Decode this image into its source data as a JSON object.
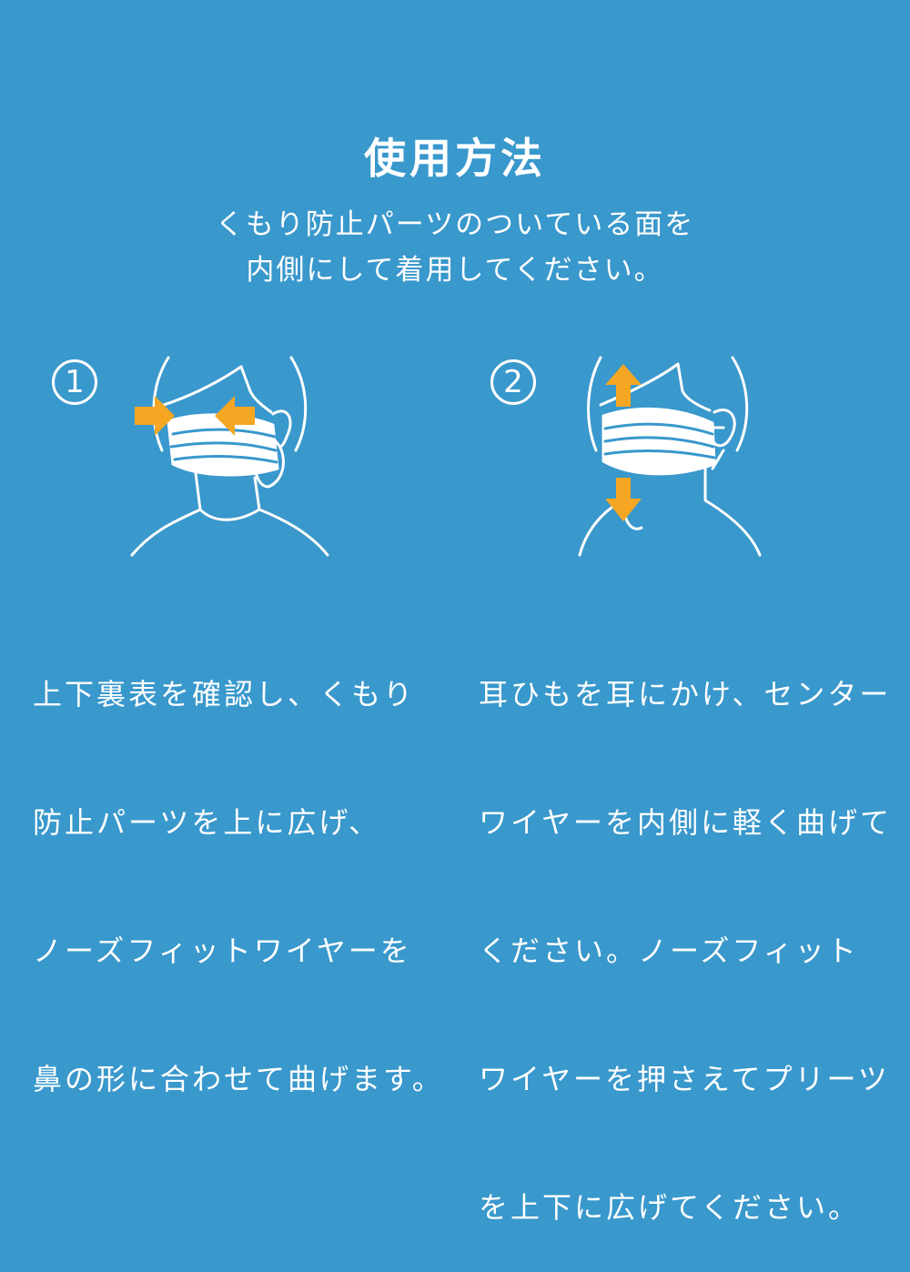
{
  "title": "使用方法",
  "intro": {
    "lines": [
      "くもり防止パーツのついている面を",
      "内側にして着用してください。"
    ]
  },
  "colors": {
    "background": "#3998cc",
    "text": "#ffffff",
    "arrow": "#f5a623"
  },
  "steps": [
    {
      "number": "1",
      "illustration": "face-mask-nose-wire-squeeze",
      "arrow_icons": [
        "arrow-right-icon",
        "arrow-left-icon"
      ],
      "description_lines": [
        "上下裏表を確認し、くもり",
        "防止パーツを上に広げ、",
        "ノーズフィットワイヤーを",
        "鼻の形に合わせて曲げます。"
      ]
    },
    {
      "number": "2",
      "illustration": "face-mask-pleats-expand",
      "arrow_icons": [
        "arrow-up-icon",
        "arrow-down-icon"
      ],
      "description_lines": [
        "耳ひもを耳にかけ、センター",
        "ワイヤーを内側に軽く曲げて",
        "ください。ノーズフィット",
        "ワイヤーを押さえてプリーツ",
        "を上下に広げてください。"
      ]
    }
  ]
}
